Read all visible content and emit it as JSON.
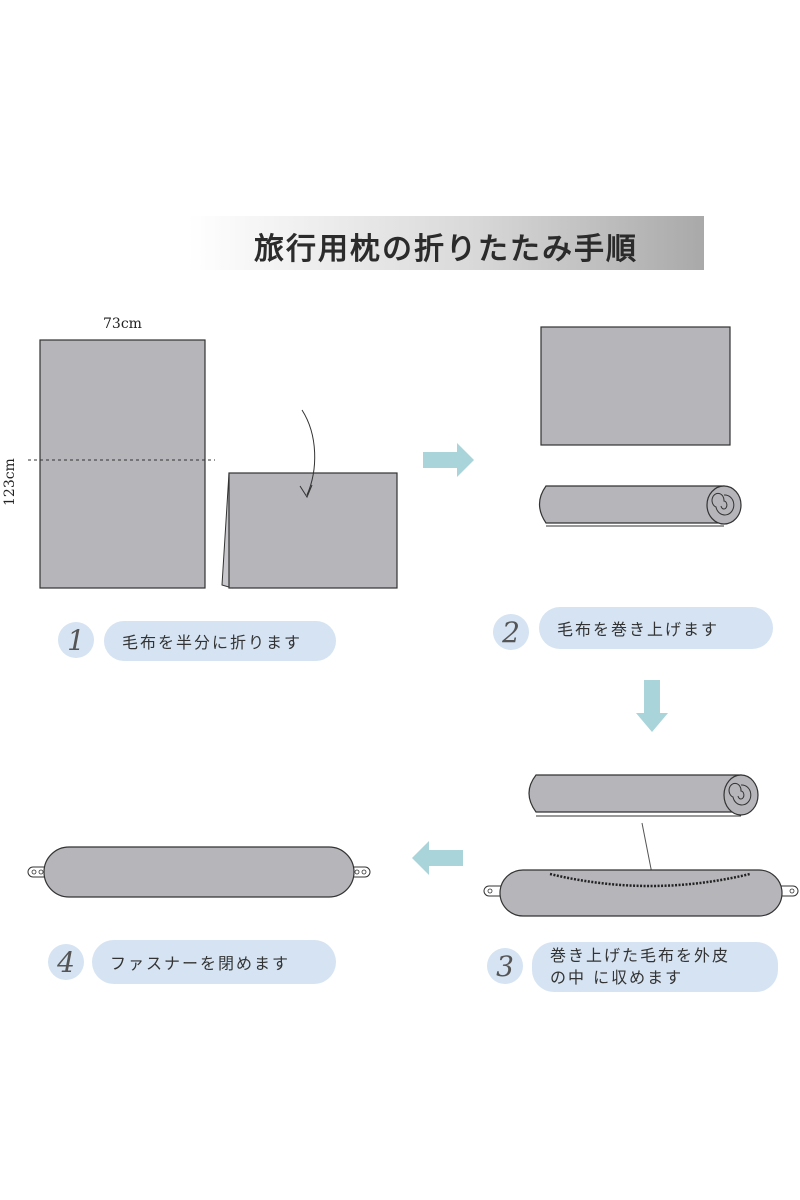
{
  "title": "旅行用枕の折りたたみ手順",
  "dimensions": {
    "width": "73cm",
    "height": "123cm"
  },
  "steps": [
    {
      "number": "1",
      "text": "毛布を半分に折ります"
    },
    {
      "number": "2",
      "text": "毛布を巻き上げます"
    },
    {
      "number": "3",
      "text_line1": "巻き上げた毛布を外皮",
      "text_line2": "の中 に収めます"
    },
    {
      "number": "4",
      "text": "ファスナーを閉めます"
    }
  ],
  "colors": {
    "fabric": "#b5b5ba",
    "outline": "#333333",
    "arrow": "#a9d4da",
    "pill": "#d5e3f2"
  },
  "icons": [
    "curved-arrow-icon",
    "right-arrow-icon",
    "down-arrow-icon",
    "left-arrow-icon"
  ]
}
